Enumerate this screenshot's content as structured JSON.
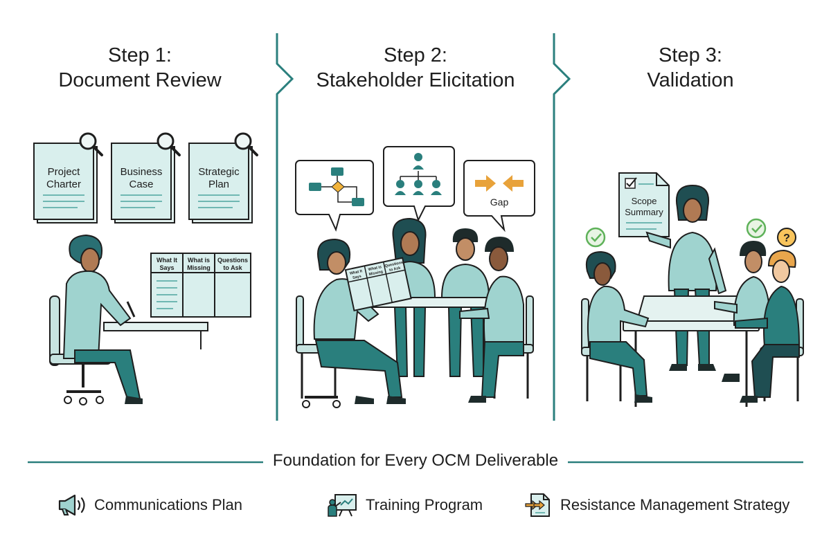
{
  "steps": [
    {
      "line1": "Step 1:",
      "line2": "Document Review",
      "documents": [
        {
          "line1": "Project",
          "line2": "Charter"
        },
        {
          "line1": "Business",
          "line2": "Case"
        },
        {
          "line1": "Strategic",
          "line2": "Plan"
        }
      ],
      "board_columns": [
        {
          "line1": "What It",
          "line2": "Says"
        },
        {
          "line1": "What is",
          "line2": "Missing"
        },
        {
          "line1": "Questions",
          "line2": "to Ask"
        }
      ]
    },
    {
      "line1": "Step 2:",
      "line2": "Stakeholder Elicitation",
      "bubbles": {
        "gap_label": "Gap"
      },
      "sheet_columns": [
        {
          "line1": "What It",
          "line2": "Says"
        },
        {
          "line1": "What is",
          "line2": "Missing"
        },
        {
          "line1": "Questions",
          "line2": "to Ask"
        }
      ]
    },
    {
      "line1": "Step 3:",
      "line2": "Validation",
      "scope_doc": {
        "line1": "Scope",
        "line2": "Summary"
      }
    }
  ],
  "footer": {
    "title": "Foundation for Every OCM Deliverable",
    "deliverables": [
      {
        "label": "Communications Plan",
        "icon": "megaphone-icon"
      },
      {
        "label": "Training Program",
        "icon": "presentation-board-icon"
      },
      {
        "label": "Resistance Management Strategy",
        "icon": "arrows-document-icon"
      }
    ]
  },
  "colors": {
    "teal": "#2a7f7d",
    "teal_light": "#9fd3cf",
    "teal_pale": "#d9efed",
    "accent_orange": "#e8a23a",
    "check_green": "#5fb25a",
    "question_orange": "#f2a33a",
    "ink": "#1e1e1e"
  }
}
